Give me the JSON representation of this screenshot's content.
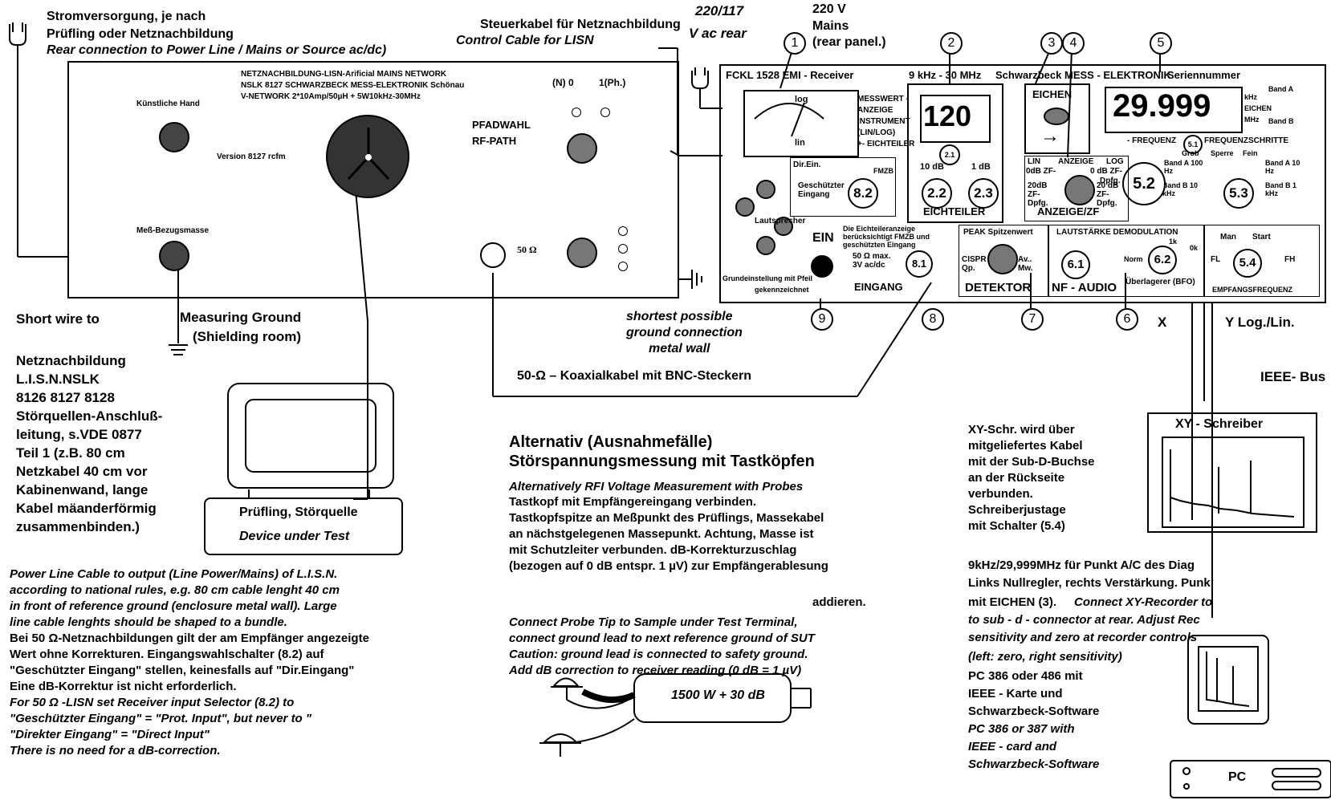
{
  "top": {
    "power_de_1": "Stromversorgung, je nach",
    "power_de_2": "Prüfling oder Netznachbildung",
    "power_en": "Rear connection to Power Line / Mains or Source ac/dc)",
    "control_de": "Steuerkabel für Netznachbildung",
    "control_en": "Control Cable for LISN",
    "ac_rear": "220/117",
    "ac_rear2": "V ac rear",
    "mains_1": "220 V",
    "mains_2": "Mains",
    "mains_3": "(rear panel.)"
  },
  "lisn": {
    "title_1": "NETZNACHBILDUNG-LISN-Arificial MAINS NETWORK",
    "title_2": "NSLK 8127 SCHWARZBECK MESS-ELEKTRONIK Schönau",
    "title_3": "V-NETWORK 2*10Amp/50µH + 5W10kHz-30MHz",
    "artificial_hand": "Künstliche Hand",
    "version": "Version 8127 rcfm",
    "meas_ground": "Meß-Bezugsmasse",
    "n0": "(N) 0",
    "ph1": "1(Ph.)",
    "path_de": "PFADWAHL",
    "path_en": "RF-PATH",
    "ohm50": "50 Ω"
  },
  "receiver": {
    "model": "FCKL 1528  EMI - Receiver",
    "range": "9 kHz - 30 MHz",
    "maker": "Schwarzbeck MESS - ELEKTRONIK",
    "serial": "Seriennummer",
    "meter_label_1": "MESSWERT -",
    "meter_label_2": "ANZEIGE",
    "meter_label_3": "INSTRUMENT",
    "meter_label_4": "(LIN/LOG)",
    "meter_label_5": "+- EICHTEILER",
    "meter_log": "log",
    "meter_lin": "lin",
    "atten_value": "120",
    "atten_sub": "2.1",
    "atten_10db": "10 dB",
    "atten_1db": "1 dB",
    "atten_k1": "2.2",
    "atten_k2": "2.3",
    "atten_title": "EICHTEILER",
    "eichen": "EICHEN",
    "freq_value": "29.999",
    "freq_khz": "kHz",
    "freq_eichen": "EICHEN",
    "freq_mhz": "MHz",
    "band_a": "Band A",
    "band_b": "Band B",
    "freq_label": "- FREQUENZ",
    "freq_steps": "FREQUENZSCHRITTE",
    "grob": "Grob",
    "sperre": "Sperre",
    "fein": "Fein",
    "band_a_100": "Band A 100 Hz",
    "band_b_10k": "Band B 10 kHz",
    "band_a_10": "Band A 10 Hz",
    "band_b_1k": "Band B 1 kHz",
    "k52": "5.2",
    "k53": "5.3",
    "k51": "5.1",
    "dir_ein": "Dir.Ein.",
    "fmzb": "FMZB",
    "geschuetzt": "Geschützter Eingang",
    "k82": "8.2",
    "lautsprecher": "Lautsprecher",
    "ein": "EIN",
    "eichteiler_note": "Die Eichteileranzeige berücksichtigt FMZB und geschützten Eingang",
    "max3v": "50 Ω max. 3V ac/dc",
    "k81": "8.1",
    "eingang": "EINGANG",
    "grund_1": "Grundeinstellung mit Pfeil",
    "grund_2": "gekennzeichnet",
    "anzeige": "ANZEIGE",
    "lin": "LIN",
    "log": "LOG",
    "zf1": "0dB ZF-",
    "zf2": "0 dB ZF-",
    "dpfg": "Dpfg.",
    "zf20": "20dB ZF-Dpfg.",
    "zf20b": "20 dB ZF-Dpfg.",
    "anzeige_zf": "ANZEIGE/ZF",
    "peak": "PEAK Spitzenwert",
    "cispr": "CISPR Qp.",
    "av": "Av.. Mw.",
    "detektor": "DETEKTOR",
    "lautstaerke": "LAUTSTÄRKE DEMODULATION",
    "k1": "1k",
    "ok": "0k",
    "norm": "Norm",
    "bfo": "Überlagerer (BFO)",
    "k61": "6.1",
    "k62": "6.2",
    "nf_audio": "NF - AUDIO",
    "man": "Man",
    "start": "Start",
    "fl": "FL",
    "fh": "FH",
    "k54": "5.4",
    "empf": "EMPFANGSFREQUENZ"
  },
  "callouts": [
    "1",
    "2",
    "3",
    "4",
    "5",
    "9",
    "8",
    "7",
    "6"
  ],
  "middle": {
    "short_wire": "Short wire to",
    "meas_ground_1": "Measuring Ground",
    "meas_ground_2": "(Shielding room)",
    "shortest_1": "shortest possible",
    "shortest_2": "ground connection",
    "shortest_3": "metal wall",
    "coax": "50-Ω –  Koaxialkabel mit BNC-Steckern",
    "x": "X",
    "y": "Y Log./Lin.",
    "ieee": "IEEE- Bus"
  },
  "left_col": {
    "lines": [
      "Netznachbildung",
      "L.I.S.N.NSLK",
      "8126 8127 8128",
      "Störquellen-Anschluß-",
      "leitung, s.VDE 0877",
      "Teil 1 (z.B. 80 cm",
      "Netzkabel 40 cm vor",
      "Kabinenwand, lange",
      "Kabel mäanderförmig",
      "zusammenbinden.)"
    ],
    "dut_de": "Prüfling, Störquelle",
    "dut_en": "Device under Test"
  },
  "power_line_en": [
    "Power Line Cable to output (Line Power/Mains) of L.I.S.N.",
    "according to national rules, e.g. 80 cm cable lenght 40 cm",
    "in front of reference ground (enclosure metal wall). Large",
    "line cable lenghts should be shaped to a bundle."
  ],
  "bei50_de": [
    "Bei 50 Ω-Netznachbildungen gilt der am Empfänger angezeigte",
    "Wert ohne Korrekturen. Eingangswahlschalter (8.2) auf",
    "\"Geschützter Eingang\" stellen, keinesfalls auf \"Dir.Eingang\"",
    "Eine dB-Korrektur ist nicht erforderlich."
  ],
  "bei50_en": [
    "For 50 Ω -LISN set Receiver input Selector (8.2) to",
    "\"Geschützter Eingang\" = \"Prot. Input\", but never to \"",
    "\"Direkter Eingang\" = \"Direct Input\"",
    "There is no need for a dB-correction."
  ],
  "alt": {
    "title_1": "Alternativ (Ausnahmefälle)",
    "title_2": "Störspannungsmessung mit Tastköpfen",
    "en_title": "Alternatively RFI Voltage Measurement with Probes",
    "de": [
      "Tastkopf mit Empfängereingang verbinden.",
      "Tastkopfspitze an Meßpunkt des Prüflings, Massekabel",
      "an nächstgelegenen Massepunkt. Achtung, Masse ist",
      "mit Schutzleiter verbunden. dB-Korrekturzuschlag",
      "(bezogen auf 0 dB entspr. 1 µV) zur Empfängerablesung"
    ],
    "addieren": "addieren.",
    "en": [
      "Connect Probe Tip to Sample under Test Terminal,",
      "connect ground lead to next reference ground of SUT",
      "Caution: ground lead is connected to safety ground.",
      "Add dB correction to receiver reading (0 dB = 1 µV)"
    ],
    "probe": "1500 W  + 30 dB"
  },
  "xy": {
    "title": "XY - Schreiber",
    "de": [
      "XY-Schr. wird über",
      "mitgeliefertes Kabel",
      "mit der Sub-D-Buchse",
      "an der Rückseite",
      "verbunden.",
      "Schreiberjustage",
      "mit Schalter (5.4)",
      "9kHz/29,999MHz für Punkt A/C des Diag",
      "Links Nullregler, rechts Verstärkung. Punk"
    ],
    "mit_eichen": "mit EICHEN (3).",
    "en_1": "Connect XY-Recorder to",
    "en_2": "to sub - d - connector at  rear. Adjust Rec",
    "en_3": "sensitivity and zero at recorder controls",
    "en_4": "(left: zero, right sensitivity)",
    "pc": [
      "PC 386 oder 486 mit",
      "IEEE - Karte und",
      "Schwarzbeck-Software"
    ],
    "pc_en": [
      "PC 386 or 387 with",
      "IEEE - card and",
      "Schwarzbeck-Software"
    ],
    "pc_label": "PC"
  }
}
